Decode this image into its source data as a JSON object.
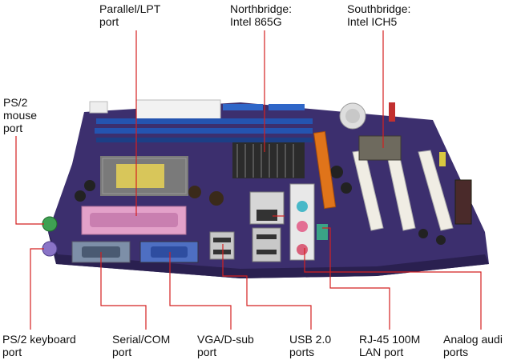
{
  "labels": {
    "parallel": [
      "Parallel/LPT",
      "port"
    ],
    "northbridge": [
      "Northbridge:",
      "Intel 865G"
    ],
    "southbridge": [
      "Southbridge:",
      "Intel ICH5"
    ],
    "ps2_mouse": [
      "PS/2",
      "mouse",
      "port"
    ],
    "ps2_keyboard": [
      "PS/2 keyboard",
      "port"
    ],
    "serial": [
      "Serial/COM",
      "port"
    ],
    "vga": [
      "VGA/D-sub",
      "port"
    ],
    "usb": [
      "USB 2.0",
      "ports"
    ],
    "rj45": [
      "RJ-45 100M",
      "LAN port"
    ],
    "audio": [
      "Analog audi",
      "ports"
    ]
  },
  "colors": {
    "callout_line": "#d42020",
    "board": "#3c2f6e",
    "board_dark": "#2a2050",
    "dimm_slot": "#2454b0",
    "agp_slot": "#e0741a",
    "pci_slot": "#f0ede4",
    "parallel_port": "#e3a1c9",
    "serial_port": "#7d8fa8",
    "vga_port": "#4e6fc2",
    "ps2_mouse": "#3fa153",
    "ps2_keyboard": "#8a74c7",
    "heatsink": "#2b2b2b",
    "socket": "#7a7a7a"
  },
  "icons": {
    "board": "motherboard-illustration"
  }
}
